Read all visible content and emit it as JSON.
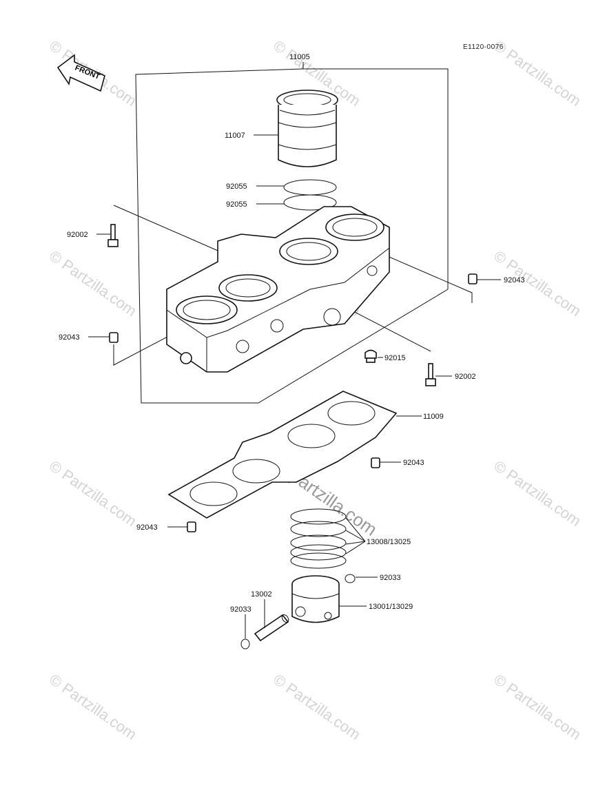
{
  "diagram": {
    "ref_code": "E1120-0076",
    "front_label": "FRONT",
    "watermark": "© Partzilla.com",
    "watermark_center": "© partzilla.com",
    "parts": {
      "p11005": "11005",
      "p11007": "11007",
      "p92055a": "92055",
      "p92055b": "92055",
      "p92002a": "92002",
      "p92043a": "92043",
      "p92043b": "92043",
      "p92015": "92015",
      "p92002b": "92002",
      "p11009": "11009",
      "p92043c": "92043",
      "p92043d": "92043",
      "p13008": "13008/13025",
      "p92033a": "92033",
      "p13002": "13002",
      "p92033b": "92033",
      "p13001": "13001/13029"
    }
  }
}
